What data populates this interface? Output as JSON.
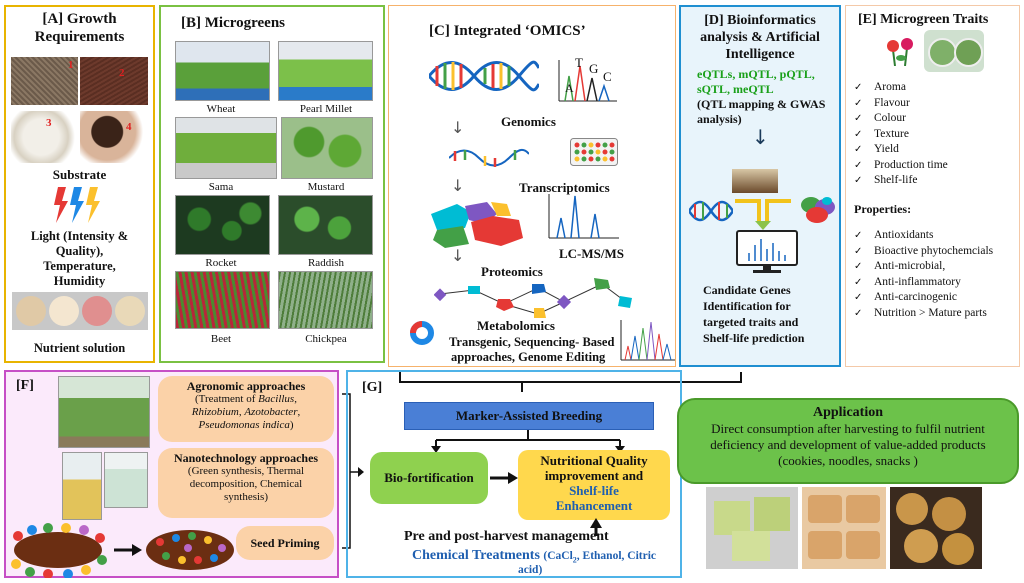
{
  "panelA": {
    "title_line1": "[A] Growth",
    "title_line2": "Requirements",
    "numbers": [
      "1",
      "2",
      "3",
      "4"
    ],
    "substrate": "Substrate",
    "light_line1": "Light (Intensity &",
    "light_line2": "Quality),",
    "light_line3": "Temperature,",
    "light_line4": "Humidity",
    "nutrient": "Nutrient solution"
  },
  "panelB": {
    "title": "[B] Microgreens",
    "crops": [
      "Wheat",
      "Pearl Millet",
      "Sama",
      "Mustard",
      "Rocket",
      "Raddish",
      "Beet",
      "Chickpea"
    ]
  },
  "panelC": {
    "title": "[C] Integrated ‘OMICS’",
    "peak_letters": [
      "A",
      "T",
      "G",
      "C"
    ],
    "genomics": "Genomics",
    "transcriptomics": "Transcriptomics",
    "lcms": "LC-MS/MS",
    "proteomics": "Proteomics",
    "metabolomics": "Metabolomics",
    "approaches_line1": "Transgenic, Sequencing- Based",
    "approaches_line2": "approaches,  Genome Editing"
  },
  "panelD": {
    "title_line1": "[D] Bioinformatics",
    "title_line2": "analysis & Artificial",
    "title_line3": "Intelligence",
    "qtl_line1": "eQTLs, mQTL, pQTL,",
    "qtl_line2": "sQTL, meQTL",
    "mapping_line1": "(QTL mapping & GWAS",
    "mapping_line2": "analysis)",
    "cand_line1": "Candidate Genes",
    "cand_line2": "Identification for",
    "cand_line3": "targeted traits and",
    "cand_line4": "Shelf-life prediction"
  },
  "panelE": {
    "title": "[E] Microgreen Traits",
    "traits": [
      "Aroma",
      "Flavour",
      "Colour",
      "Texture",
      "Yield",
      "Production time",
      "Shelf-life"
    ],
    "properties_label": "Properties:",
    "properties": [
      "Antioxidants",
      "Bioactive phytochemcials",
      "Anti-microbial,",
      "Anti-inflammatory",
      "Anti-carcinogenic",
      "Nutrition > Mature parts"
    ]
  },
  "panelF": {
    "title": "[F]",
    "agro_title": "Agronomic approaches",
    "agro_line1": "(Treatment of",
    "agro_bacillus": "Bacillus",
    "agro_rhizobium": "Rhizobium",
    "agro_azotobacter": "Azotobacter",
    "agro_pseudo": "Pseudomonas indica",
    "nano_title": "Nanotechnology approaches",
    "nano_line1": "(Green synthesis, Thermal",
    "nano_line2": "decomposition, Chemical",
    "nano_line3": "synthesis)",
    "seed": "Seed Priming"
  },
  "panelG": {
    "title": "[G]",
    "mab": "Marker-Assisted Breeding",
    "biofort": "Bio-fortification",
    "nq_line1": "Nutritional Quality",
    "nq_line2": "improvement and",
    "nq_line3": "Shelf-life",
    "nq_line4": "Enhancement",
    "prepost": "Pre and post-harvest management",
    "chem": "Chemical Treatments",
    "chem_detail": "(CaCl",
    "chem_sub": "2",
    "chem_rest": ", Ethanol, Citric",
    "chem_line2": "acid)"
  },
  "application": {
    "title": "Application",
    "line1": "Direct consumption after harvesting to fulfil nutrient",
    "line2": "deficiency and development of value-added products",
    "line3": "(cookies, noodles, snacks )"
  },
  "colors": {
    "panelA_border": "#e8b400",
    "panelB_border": "#7ac142",
    "panelC_border": "#f6b26b",
    "panelD_border": "#1f8fd1",
    "panelD_fill": "#e8f4fb",
    "panelF_border": "#c64fc6",
    "panelF_fill": "#fbeafb",
    "panelG_border": "#4fb3e8",
    "green_text": "#1aa01a",
    "blue_bar": "#4a7fd6",
    "green_box": "#8fd14f",
    "yellow_box": "#ffd84d",
    "peach_box": "#fbd2a8",
    "chem_blue": "#1f5fb0"
  }
}
